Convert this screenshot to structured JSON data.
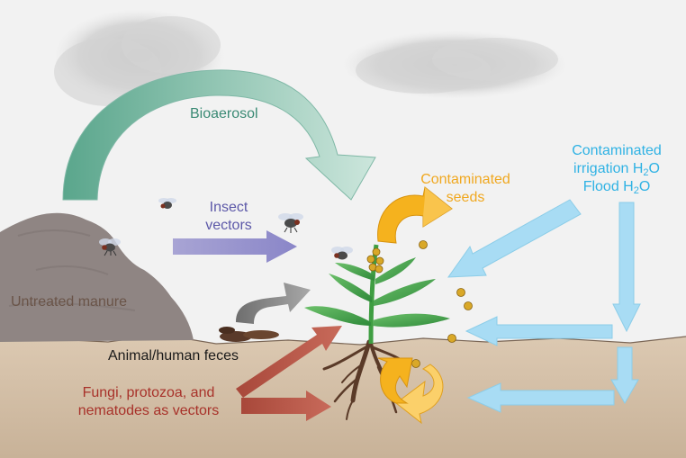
{
  "labels": {
    "bioaerosol": "Bioaerosol",
    "insect_line1": "Insect",
    "insect_line2": "vectors",
    "seeds_line1": "Contaminated",
    "seeds_line2": "seeds",
    "irrigation_line1": "Contaminated",
    "irrigation_line2_text": "irrigation H",
    "irrigation_line2_sub": "2",
    "irrigation_line2_tail": "O",
    "flood_text": "Flood H",
    "flood_sub": "2",
    "flood_tail": "O",
    "manure": "Untreated manure",
    "feces": "Animal/human feces",
    "fungi_line1": "Fungi, protozoa, and",
    "fungi_line2": "nematodes as vectors"
  },
  "colors": {
    "bioaerosol": "#3a8a74",
    "insect": "#5c58a8",
    "seeds": "#f0a820",
    "water": "#2fb2e4",
    "manure_text": "#6a5448",
    "feces_text": "#1a1a1a",
    "fungi": "#a8322a"
  }
}
